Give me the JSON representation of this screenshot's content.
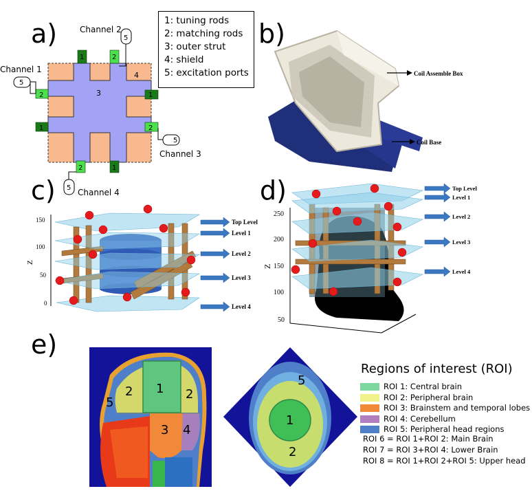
{
  "panels": {
    "a": {
      "label": "a)"
    },
    "b": {
      "label": "b)"
    },
    "c": {
      "label": "c)"
    },
    "d": {
      "label": "d)"
    },
    "e": {
      "label": "e)"
    }
  },
  "panel_a": {
    "legend": [
      "1: tuning rods",
      "2: matching rods",
      "3: outer strut",
      "4: shield",
      "5: excitation ports"
    ],
    "channels": [
      "Channel 1",
      "Channel 2",
      "Channel 3",
      "Channel 4"
    ],
    "numbers": {
      "one": "1",
      "two": "2",
      "three": "3",
      "four": "4",
      "five": "5"
    },
    "colors": {
      "shield": "#F8B98F",
      "strut": "#A3A3F5",
      "tuning": "#1A7A1A",
      "matching": "#4CE04C"
    }
  },
  "panel_b": {
    "annotations": [
      "Coil Assemble Box",
      "Coil Base"
    ]
  },
  "panel_c": {
    "z_axis_label": "Z",
    "z_ticks": [
      "150",
      "100",
      "50",
      "0"
    ],
    "levels": [
      "Top Level",
      "Level 1",
      "Level 2",
      "Level 3",
      "Level 4"
    ]
  },
  "panel_d": {
    "z_axis_label": "Z",
    "z_ticks": [
      "250",
      "200",
      "150",
      "100",
      "50"
    ],
    "levels": [
      "Top Level",
      "Level 1",
      "Level 2",
      "Level 3",
      "Level 4"
    ]
  },
  "panel_e": {
    "sagittal_labels": [
      "1",
      "2",
      "2",
      "3",
      "4",
      "5"
    ],
    "axial_labels": [
      "1",
      "2",
      "5"
    ],
    "roi_title": "Regions of interest (ROI)",
    "roi_items": [
      {
        "label": "ROI 1: Central brain",
        "color": "#7FD7A0"
      },
      {
        "label": "ROI 2: Peripheral brain",
        "color": "#F2F28A"
      },
      {
        "label": "ROI 3: Brainstem and temporal lobes",
        "color": "#F08A3A"
      },
      {
        "label": "ROI 4: Cerebellum",
        "color": "#B17FC0"
      },
      {
        "label": "ROI 5: Peripheral head regions",
        "color": "#4F7FC8"
      }
    ],
    "roi_formulas": [
      "ROI 6 = ROI 1+ROI 2: Main Brain",
      "ROI 7 = ROI 3+ROI 4: Lower Brain",
      "ROI 8 = ROI 1+ROI 2+ROI 5: Upper head"
    ]
  }
}
